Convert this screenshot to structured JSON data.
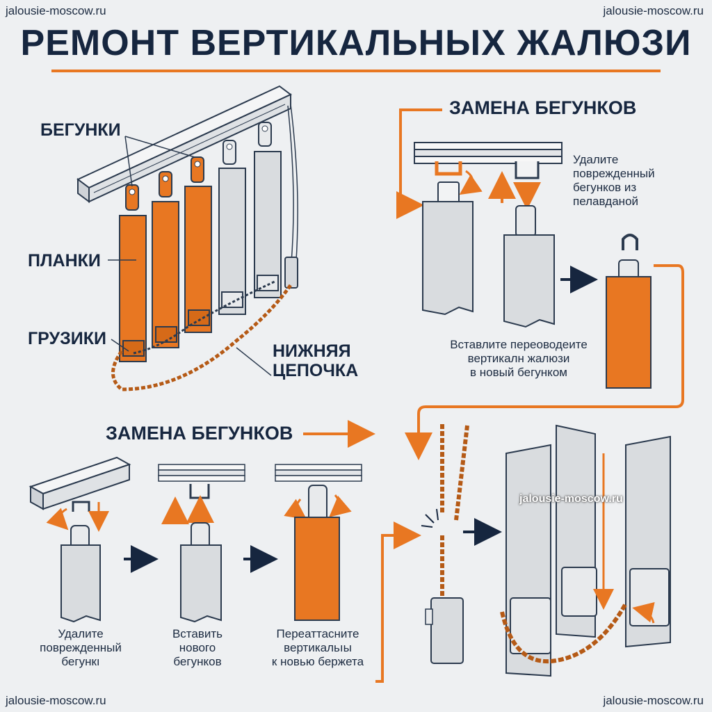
{
  "watermark": "jalousie-moscow.ru",
  "title": "РЕМОНТ ВЕРТИКАЛЬНЫХ ЖАЛЮЗИ",
  "labels": {
    "runners": "БЕГУНКИ",
    "slats": "ПЛАНКИ",
    "weights": "ГРУЗИКИ",
    "chain_line1": "НИЖНЯЯ",
    "chain_line2": "ЦЕПОЧКА"
  },
  "section_top": {
    "heading": "ЗАМЕНА БЕГУНКОВ",
    "note_line1": "Удалите",
    "note_line2": "поврежденный",
    "note_line3": "бегунков из",
    "note_line4": "пелавданой",
    "insert_line1": "Вставлите переоводеите",
    "insert_line2": "вертикалн жалюзи",
    "insert_line3": "в новый бегунком"
  },
  "section_bottom": {
    "heading": "ЗАМЕНА БЕГУНКОВ",
    "step1_line1": "Удалите",
    "step1_line2": "поврежденный",
    "step1_line3": "бегункı",
    "step2_line1": "Вставить",
    "step2_line2": "нового",
    "step2_line3": "бегунков",
    "step3_line1": "Переаттасните",
    "step3_line2": "вертикальıы",
    "step3_line3": "к новью бержета"
  },
  "colors": {
    "accent": "#e87722",
    "navy": "#16263f",
    "slat_gray": "#d9dcdf",
    "background": "#eef0f2"
  }
}
